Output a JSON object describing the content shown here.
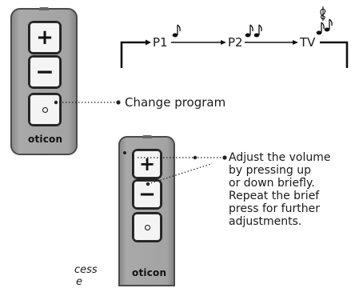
{
  "remote_top": {
    "plus_label": "+",
    "minus_label": "−",
    "brand": "oticon"
  },
  "remote_bottom": {
    "plus_label": "+",
    "minus_label": "−",
    "brand": "oticon"
  },
  "program_flow": {
    "steps": [
      "P1",
      "P2",
      "TV"
    ]
  },
  "annotations": {
    "change_program": "Change program",
    "volume_lines": [
      "Adjust the volume",
      "by pressing up",
      "or down briefly.",
      "Repeat the brief",
      "press for further",
      "adjustments."
    ],
    "cut_off_lines": [
      "cess",
      "e"
    ]
  }
}
